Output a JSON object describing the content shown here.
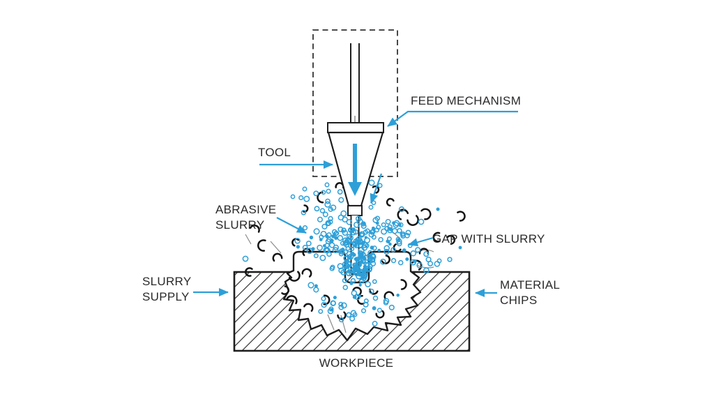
{
  "diagram": {
    "type": "ultrasonic-machining-process-diagram",
    "labels": {
      "feed_mechanism": "FEED MECHANISM",
      "tool": "TOOL",
      "abrasive_slurry": [
        "ABRASIVE",
        "SLURRY"
      ],
      "gap_with_slurry": "GAP WITH SLURRY",
      "slurry_supply": [
        "SLURRY",
        "SUPPLY"
      ],
      "material_chips": [
        "MATERIAL",
        "CHIPS"
      ],
      "workpiece": "WORKPIECE"
    }
  },
  "colors": {
    "accent": "#2D9FD8",
    "ink": "#1e1e1e",
    "text": "#2a2a2a",
    "hatch": "#3a3a3a",
    "chip": "#141414"
  }
}
